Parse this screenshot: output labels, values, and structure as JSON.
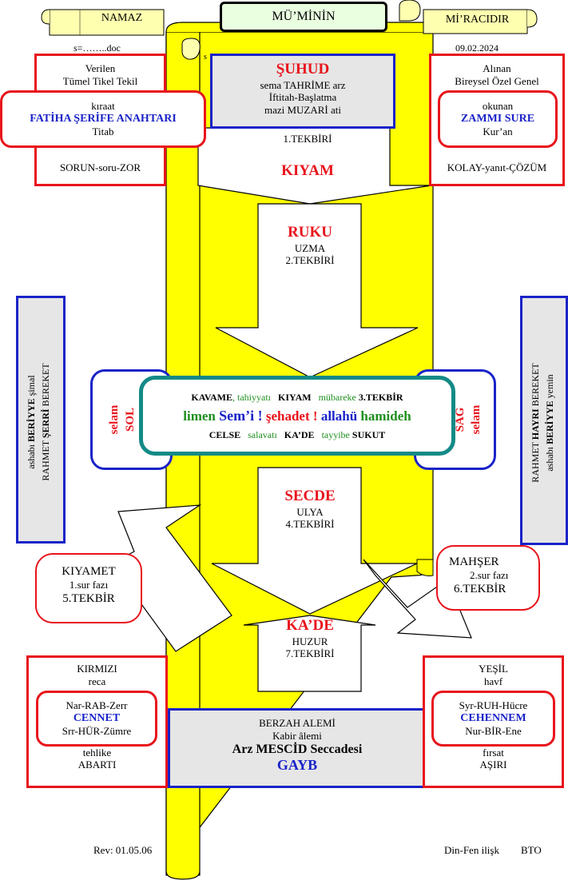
{
  "header": {
    "left_scroll": "NAMAZ",
    "center_title": "MÜ’MİNİN",
    "right_scroll": "Mİ’RACIDIR",
    "file_label": "s=……..doc",
    "small_s": "s",
    "date": "09.02.2024"
  },
  "left_top": {
    "lines": [
      "Verilen",
      "Tümel Tikel Tekil"
    ],
    "inner": [
      "kıraat",
      "FATİHA ŞERİFE ANAHTARI",
      "Titab"
    ],
    "bottom": "SORUN-soru-ZOR"
  },
  "right_top": {
    "lines": [
      "Alınan",
      "Bireysel Özel Genel"
    ],
    "inner": [
      "okunan",
      "ZAMMI SURE",
      "Kur’an"
    ],
    "bottom": "KOLAY-yanıt-ÇÖZÜM"
  },
  "shuhud": {
    "title": "ŞUHUD",
    "lines": [
      "sema TAHRİME arz",
      "İftitah-Başlatma",
      "mazi MUZARİ ati"
    ]
  },
  "kiyam": {
    "tekbir": "1.TEKBİRİ",
    "title": "KIYAM"
  },
  "ruku": {
    "title": "RUKU",
    "sub": "UZMA",
    "tekbir": "2.TEKBİRİ"
  },
  "left_vertical": {
    "line1": [
      "ashabı ",
      "BERİYYE",
      " şimal"
    ],
    "line2": [
      "RAHMET ",
      "ŞERRİ",
      " BEREKET"
    ]
  },
  "right_vertical": {
    "line1": [
      "RAHMET ",
      "HAYRI",
      " BEREKET"
    ],
    "line2": [
      "ashabı ",
      "BERİYYE",
      " yemin"
    ]
  },
  "selam_left": {
    "word": "selam",
    "dir": "SOL"
  },
  "selam_right": {
    "word": "selam",
    "dir": "SAĞ"
  },
  "center": {
    "row1": [
      "KAVAME",
      ", tahiyyatı",
      "KIYAM",
      "mübareke",
      "3.TEKBİR"
    ],
    "row2": [
      "limen",
      "Sem’i !",
      "şehadet !",
      "allahü",
      "hamideh"
    ],
    "row3": [
      "CELSE",
      "salavatı",
      "KA’DE",
      "tayyibe",
      "SUKUT"
    ]
  },
  "secde": {
    "title": "SECDE",
    "sub": "ULYA",
    "tekbir": "4.TEKBİRİ"
  },
  "kiyamet": {
    "lines": [
      "KIYAMET",
      "1.sur fazı",
      "5.TEKBİR"
    ]
  },
  "mahsher": {
    "lines": [
      "MAHŞER",
      "2.sur fazı",
      "6.TEKBİR"
    ]
  },
  "kade": {
    "title": "KA’DE",
    "sub": "HUZUR",
    "tekbir": "7.TEKBİRİ"
  },
  "left_bottom": {
    "lines": [
      "KIRMIZI",
      "reca"
    ],
    "inner": [
      "Nar-RAB-Zerr",
      "CENNET",
      "Srr-HÜR-Zümre"
    ],
    "bottom": [
      "tehlike",
      "ABARTI"
    ]
  },
  "right_bottom": {
    "lines": [
      "YEŞİL",
      "havf"
    ],
    "inner": [
      "Syr-RUH-Hücre",
      "CEHENNEM",
      "Nur-BİR-Ene"
    ],
    "bottom": [
      "fırsat",
      "AŞIRI"
    ]
  },
  "berzah": {
    "lines": [
      "BERZAH ALEMİ",
      "Kabir âlemi",
      "Arz MESCİD Seccadesi",
      "GAYB"
    ]
  },
  "footer": {
    "rev": "Rev: 01.05.06",
    "right": "Din-Fen ilişk",
    "bto": "BTO"
  },
  "colors": {
    "yellow": "#ffff00",
    "red": "#e8141c",
    "blue": "#1a23c8",
    "teal": "#138a86",
    "green": "#1f8f1f",
    "scroll": "#ffffb0"
  }
}
